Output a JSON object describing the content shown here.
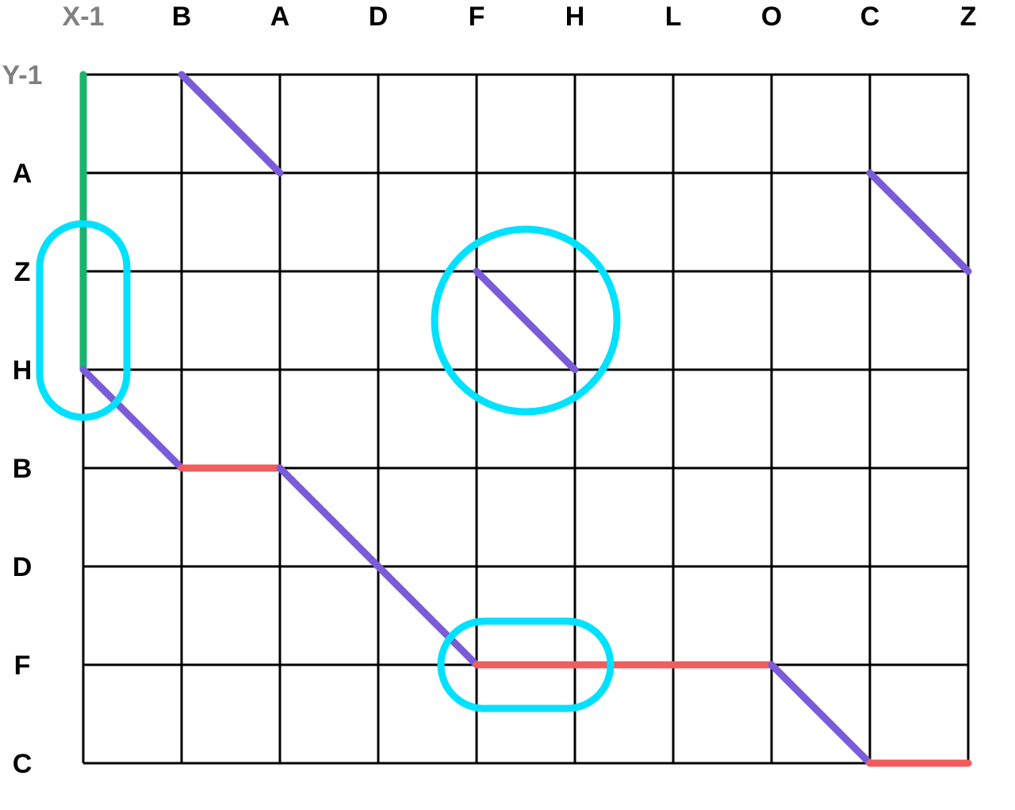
{
  "x_axis": {
    "labels": [
      "X-1",
      "B",
      "A",
      "D",
      "F",
      "H",
      "L",
      "O",
      "C",
      "Z"
    ]
  },
  "y_axis": {
    "labels": [
      "Y-1",
      "A",
      "Z",
      "H",
      "B",
      "D",
      "F",
      "C"
    ]
  },
  "colors": {
    "grid": "#000000",
    "label": "#000000",
    "origin_label": "#808080",
    "vertical_move": "#1ab36d",
    "diagonal_move": "#7a5cd8",
    "horizontal_move": "#f25c5c",
    "highlight": "#00e1ff"
  },
  "segments": [
    {
      "kind": "vertical",
      "from": [
        "X-1",
        "Y-1"
      ],
      "to": [
        "X-1",
        "H"
      ]
    },
    {
      "kind": "diagonal",
      "from": [
        "B",
        "Y-1"
      ],
      "to": [
        "A",
        "A"
      ]
    },
    {
      "kind": "diagonal",
      "from": [
        "C",
        "A"
      ],
      "to": [
        "Z",
        "Z"
      ]
    },
    {
      "kind": "diagonal",
      "from": [
        "F",
        "Z"
      ],
      "to": [
        "H",
        "H"
      ]
    },
    {
      "kind": "diagonal",
      "from": [
        "X-1",
        "H"
      ],
      "to": [
        "B",
        "B"
      ]
    },
    {
      "kind": "horizontal",
      "from": [
        "B",
        "B"
      ],
      "to": [
        "A",
        "B"
      ]
    },
    {
      "kind": "diagonal",
      "from": [
        "A",
        "B"
      ],
      "to": [
        "F",
        "F"
      ]
    },
    {
      "kind": "horizontal",
      "from": [
        "F",
        "F"
      ],
      "to": [
        "O",
        "F"
      ]
    },
    {
      "kind": "diagonal",
      "from": [
        "O",
        "F"
      ],
      "to": [
        "C",
        "C"
      ]
    },
    {
      "kind": "horizontal",
      "from": [
        "C",
        "C"
      ],
      "to": [
        "Z",
        "C"
      ]
    }
  ],
  "highlights": [
    {
      "shape": "pill-vertical",
      "from": [
        "X-1",
        "Z"
      ],
      "to": [
        "X-1",
        "H"
      ]
    },
    {
      "shape": "circle",
      "from": [
        "F",
        "Z"
      ],
      "to": [
        "H",
        "H"
      ]
    },
    {
      "shape": "pill-horizontal",
      "from": [
        "F",
        "F"
      ],
      "to": [
        "H",
        "F"
      ]
    }
  ]
}
